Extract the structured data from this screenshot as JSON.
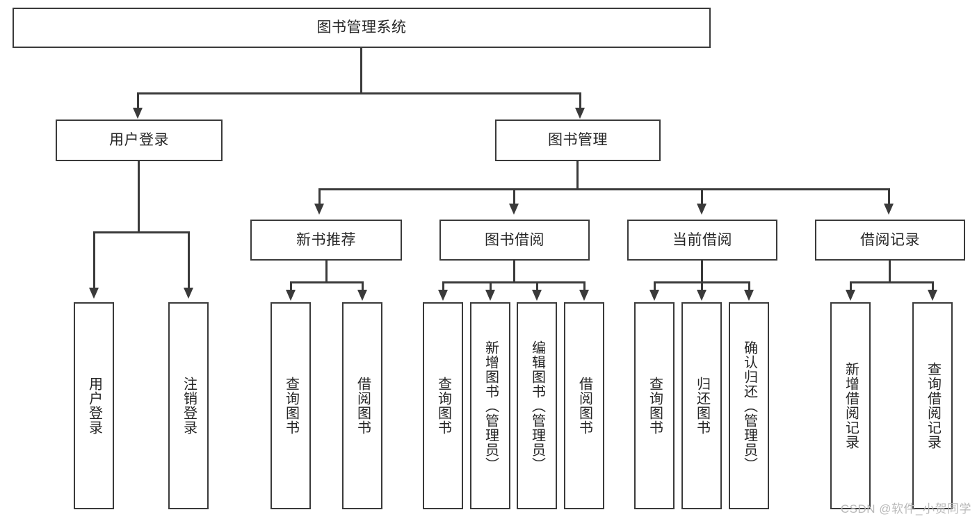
{
  "diagram": {
    "title": "图书管理系统",
    "type": "tree",
    "watermark": "CSDN @软件_小贺同学",
    "colors": {
      "background": "#ffffff",
      "stroke": "#3a3a3a",
      "text": "#262626",
      "watermark": "#b9b9b9"
    },
    "root": {
      "label": "图书管理系统"
    },
    "level1": [
      {
        "label": "用户登录"
      },
      {
        "label": "图书管理"
      }
    ],
    "level2": [
      {
        "label": "新书推荐"
      },
      {
        "label": "图书借阅"
      },
      {
        "label": "当前借阅"
      },
      {
        "label": "借阅记录"
      }
    ],
    "leaves": {
      "user_login": [
        {
          "label": "用户登录"
        },
        {
          "label": "注销登录"
        }
      ],
      "new_book_recommend": [
        {
          "label": "查询图书"
        },
        {
          "label": "借阅图书"
        }
      ],
      "book_borrow": [
        {
          "label": "查询图书"
        },
        {
          "label": "新增图书（管理员）"
        },
        {
          "label": "编辑图书（管理员）"
        },
        {
          "label": "借阅图书"
        }
      ],
      "current_borrow": [
        {
          "label": "查询图书"
        },
        {
          "label": "归还图书"
        },
        {
          "label": "确认归还（管理员）"
        }
      ],
      "borrow_records": [
        {
          "label": "新增借阅记录"
        },
        {
          "label": "查询借阅记录"
        }
      ]
    }
  }
}
